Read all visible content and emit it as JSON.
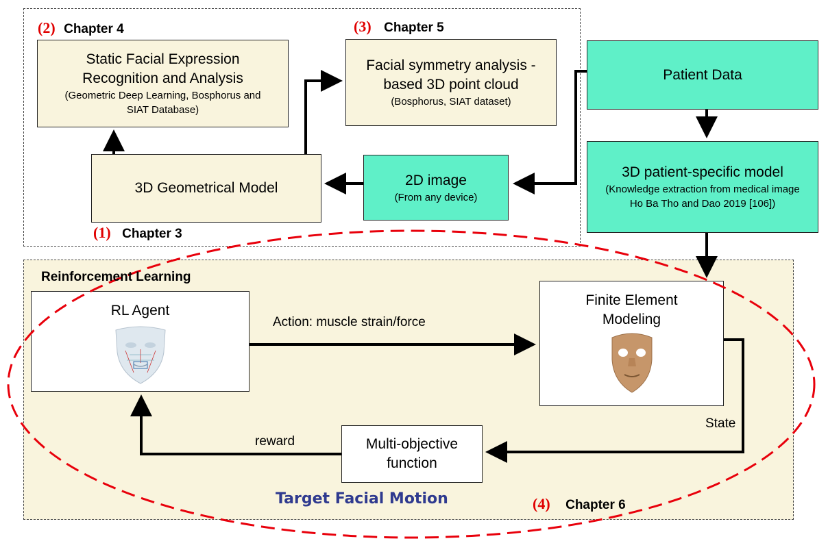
{
  "regions": {
    "top_region": "",
    "rl_region_title": "Reinforcement Learning"
  },
  "chapters": {
    "c1": {
      "num": "(1)",
      "name": "Chapter 3"
    },
    "c2": {
      "num": "(2)",
      "name": "Chapter 4"
    },
    "c3": {
      "num": "(3)",
      "name": "Chapter 5"
    },
    "c4": {
      "num": "(4)",
      "name": "Chapter 6"
    }
  },
  "boxes": {
    "static_facial": {
      "title_line1": "Static Facial Expression",
      "title_line2": "Recognition and Analysis",
      "sub_line1": "(Geometric Deep Learning, Bosphorus and",
      "sub_line2": "SIAT Database)"
    },
    "symmetry": {
      "title_line1": "Facial symmetry analysis -",
      "title_line2": "based 3D point cloud",
      "sub_line1": "(Bosphorus, SIAT dataset)"
    },
    "patient_data": {
      "title": "Patient Data"
    },
    "geometric_model": {
      "title": "3D Geometrical Model"
    },
    "image_2d": {
      "title": "2D image",
      "sub": "(From any device)"
    },
    "patient_model": {
      "title": "3D patient-specific model",
      "sub_line1": "(Knowledge extraction from medical image",
      "sub_line2": "Ho Ba Tho and Dao 2019 [106])"
    },
    "rl_agent": {
      "title": "RL Agent"
    },
    "fem": {
      "title_line1": "Finite Element",
      "title_line2": "Modeling"
    },
    "multi_objective": {
      "title_line1": "Multi-objective",
      "title_line2": "function"
    }
  },
  "edges": {
    "action": "Action: muscle strain/force",
    "state": "State",
    "reward": "reward"
  },
  "target_label": "Target Facial Motion",
  "colors": {
    "beige": "#f9f4dd",
    "teal": "#5ff0c8",
    "chapter_red": "#e00000",
    "target_blue": "#2f3a8f",
    "ellipse_red": "#e8000b"
  }
}
